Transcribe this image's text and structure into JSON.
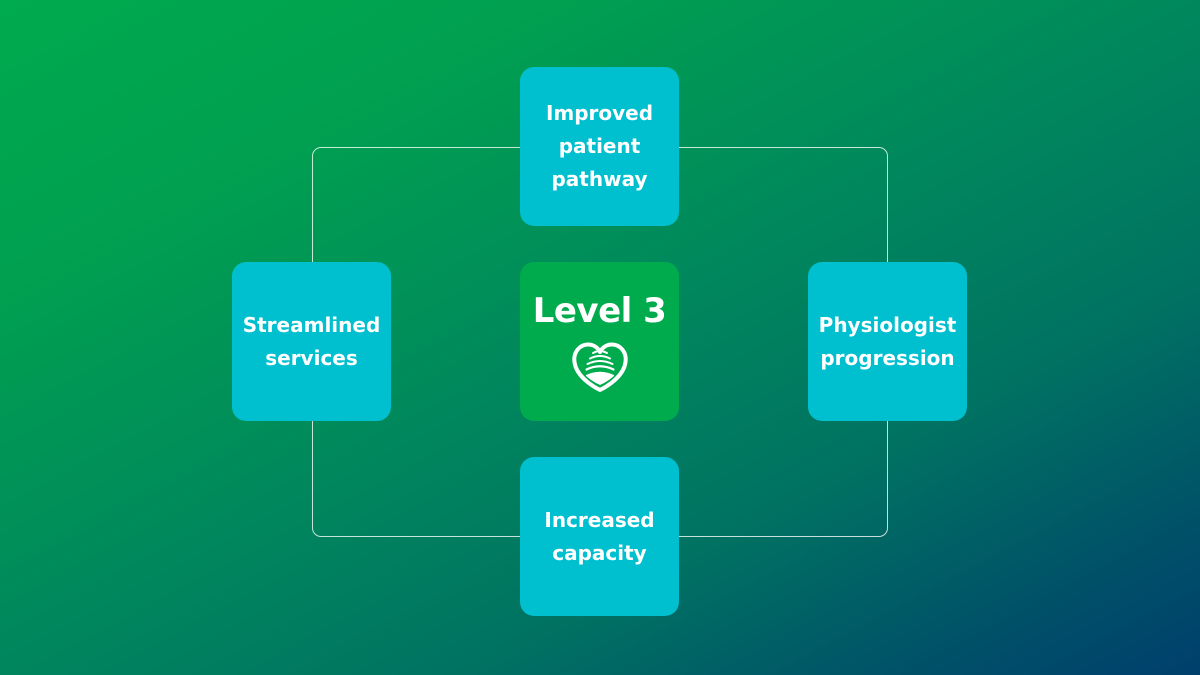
{
  "diagram": {
    "center": {
      "title": "Level 3",
      "icon": "heart-ultrasound-icon",
      "background_color": "#00ab4e"
    },
    "nodes": [
      {
        "id": "top",
        "label": "Improved patient pathway"
      },
      {
        "id": "left",
        "label": "Streamlined services"
      },
      {
        "id": "right",
        "label": "Physiologist progression"
      },
      {
        "id": "bottom",
        "label": "Increased capacity"
      }
    ],
    "node_color": "#00bfcf",
    "connector_color": "#ffffff",
    "background_gradient": [
      "#00aa4e",
      "#003f6d"
    ]
  }
}
